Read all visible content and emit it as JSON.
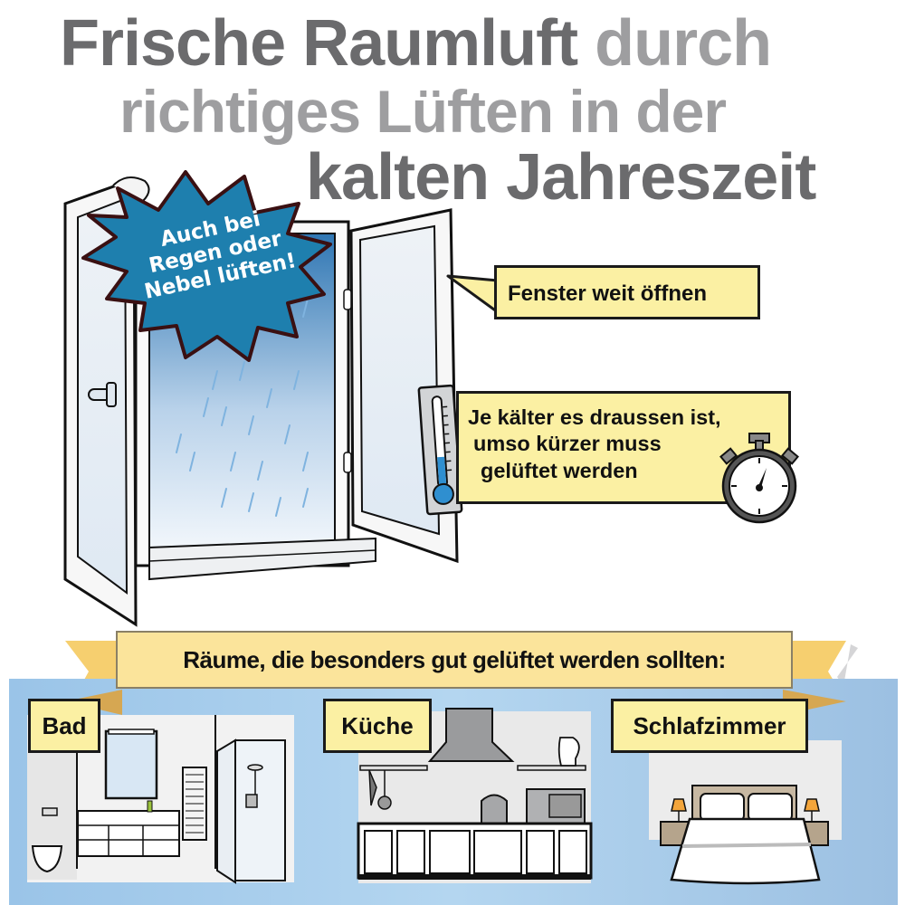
{
  "header": {
    "title_line1_bold": "Frische Raumluft",
    "title_line1_light": "durch",
    "title_line2": "richtiges Lüften in der",
    "title_line3": "kalten Jahreszeit"
  },
  "burst": {
    "lines": [
      "Auch bei",
      "Regen oder",
      "Nebel lüften!"
    ],
    "color": "#1e7fae"
  },
  "callouts": {
    "open_window": "Fenster weit öffnen",
    "cold_lines": [
      "Je kälter es draussen ist,",
      "umso kürzer muss",
      "gelüftet werden"
    ],
    "fill_color": "#fbf0a3"
  },
  "rooms_section": {
    "ribbon_label": "Räume, die besonders gut gelüftet werden sollten:",
    "background_color": "#9dc4e6",
    "rooms": [
      {
        "label": "Bad",
        "icon": "bathroom-scene-icon"
      },
      {
        "label": "Küche",
        "icon": "kitchen-scene-icon"
      },
      {
        "label": "Schlafzimmer",
        "icon": "bedroom-scene-icon"
      }
    ]
  },
  "icons": {
    "window": "open-window-icon",
    "thermometer": "thermometer-icon",
    "stopwatch": "stopwatch-icon"
  }
}
